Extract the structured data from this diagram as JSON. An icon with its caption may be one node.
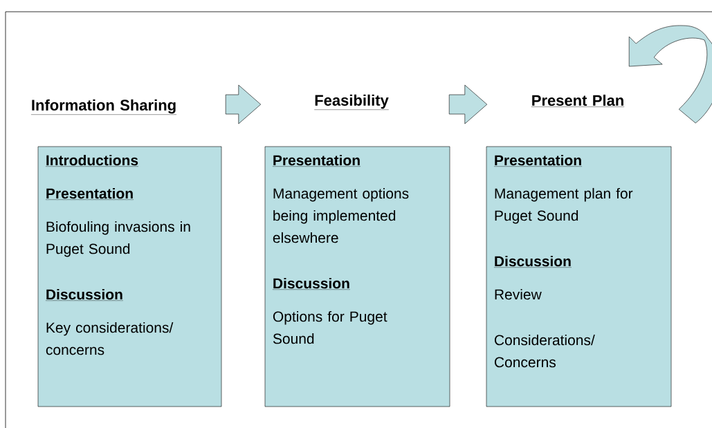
{
  "diagram": {
    "nodes": [
      {
        "text": [
          "Information Sharing",
          "Introductions",
          "Presentation",
          "Biofouling invasions in Puget Sound",
          "Discussion",
          "Key considerations/ concerns"
        ]
      },
      {
        "text": [
          "Feasibility",
          "Presentation",
          "Management options being implemented elsewhere",
          "Discussion",
          "Options for Puget Sound"
        ]
      },
      {
        "text": [
          "Present Plan",
          "Presentation",
          "Management plan for Puget Sound",
          "Discussion",
          "Review",
          "Considerations/ Concerns"
        ]
      }
    ],
    "edges": [
      {
        "from": 0,
        "to": 1,
        "arrow": "to"
      },
      {
        "from": 1,
        "to": 2,
        "arrow": "to"
      },
      {
        "from": null,
        "to": 2,
        "arrow": "to"
      }
    ]
  }
}
